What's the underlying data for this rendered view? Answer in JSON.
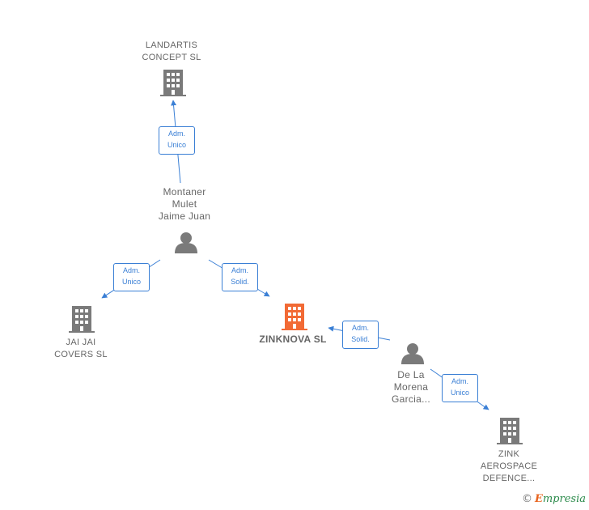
{
  "nodes": {
    "landartis": {
      "lines": [
        "LANDARTIS",
        "CONCEPT SL"
      ]
    },
    "montaner": {
      "lines": [
        "Montaner",
        "Mulet",
        "Jaime Juan"
      ]
    },
    "jaijai": {
      "lines": [
        "JAI JAI",
        "COVERS  SL"
      ]
    },
    "zinknova": {
      "lines": [
        "ZINKNOVA  SL"
      ]
    },
    "delamorena": {
      "lines": [
        "De La",
        "Morena",
        "Garcia..."
      ]
    },
    "zinkaero": {
      "lines": [
        "ZINK",
        "AEROSPACE",
        "DEFENCE..."
      ]
    }
  },
  "relations": {
    "r1": [
      "Adm.",
      "Unico"
    ],
    "r2": [
      "Adm.",
      "Unico"
    ],
    "r3": [
      "Adm.",
      "Solid."
    ],
    "r4": [
      "Adm.",
      "Solid."
    ],
    "r5": [
      "Adm.",
      "Unico"
    ]
  },
  "brand": {
    "symbol": "©",
    "first": "E",
    "rest": "mpresia"
  },
  "colors": {
    "company": "#7a7a7a",
    "focus": "#f26a35",
    "person": "#7a7a7a",
    "edge": "#3a7fd5"
  }
}
